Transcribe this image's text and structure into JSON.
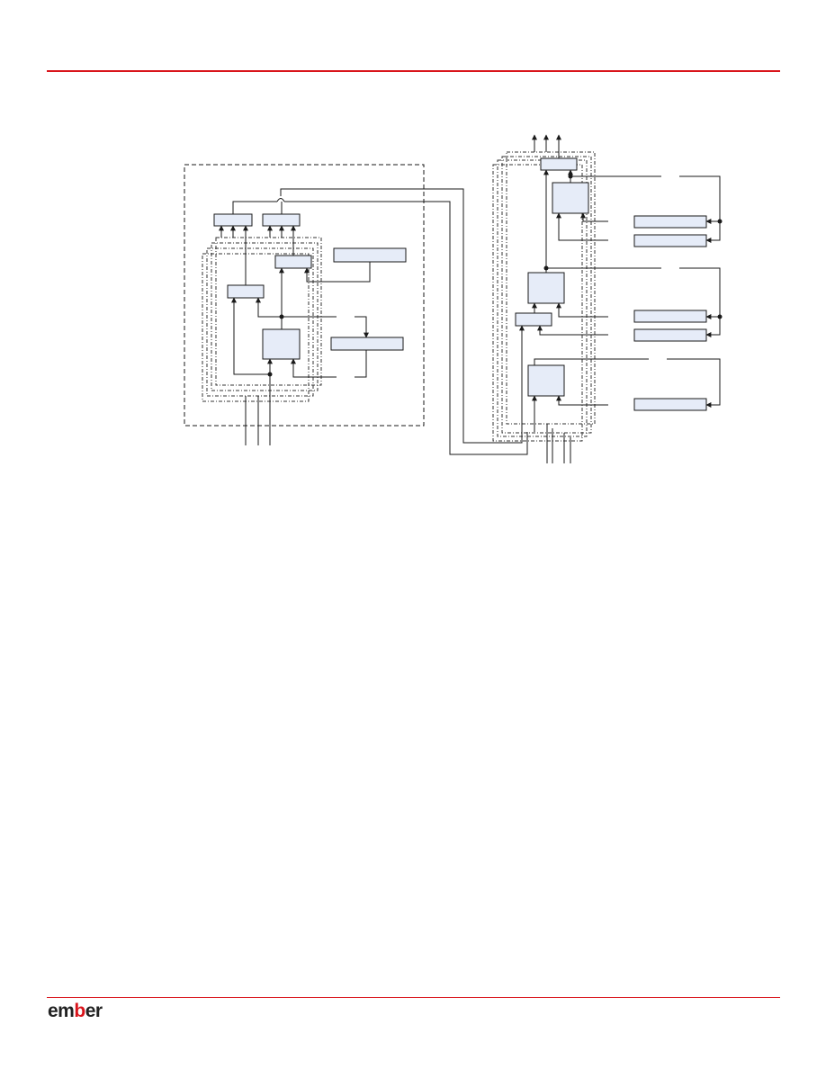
{
  "brand": {
    "logo_text_part1": "em",
    "logo_text_accent": "b",
    "logo_text_part2": "er",
    "accent_color": "#d9141b"
  },
  "colors": {
    "rule": "#d9141b",
    "block_fill": "#e6ecf8",
    "line": "#1a1a1a"
  }
}
